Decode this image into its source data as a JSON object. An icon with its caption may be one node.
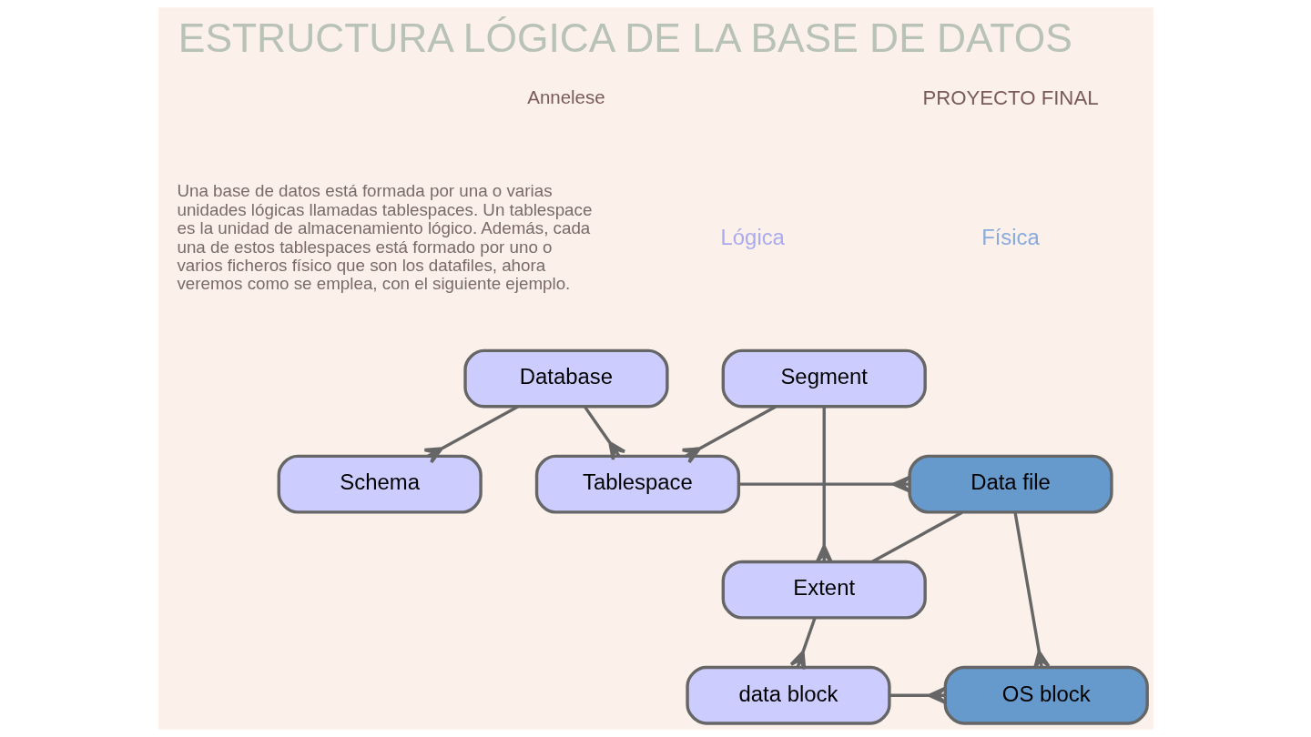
{
  "diagram": {
    "title": "ESTRUCTURA LÓGICA DE LA BASE DE DATOS",
    "nodes": [
      {
        "text": [
          "Database"
        ]
      },
      {
        "text": [
          "Schema"
        ]
      },
      {
        "text": [
          "Tablespace"
        ]
      },
      {
        "text": [
          "Data file"
        ]
      },
      {
        "text": [
          "Segment"
        ]
      },
      {
        "text": [
          "Extent"
        ]
      },
      {
        "text": [
          "data block"
        ]
      },
      {
        "text": [
          "OS block"
        ]
      }
    ],
    "edges": [
      {
        "from": 0,
        "to": 1,
        "arrow": "other"
      },
      {
        "from": 0,
        "to": 2,
        "arrow": "other"
      },
      {
        "from": 4,
        "to": 2,
        "arrow": "other"
      },
      {
        "from": 4,
        "to": 5,
        "arrow": "other"
      },
      {
        "from": 5,
        "to": 6,
        "arrow": "other"
      },
      {
        "from": 2,
        "to": 3,
        "arrow": "other"
      },
      {
        "from": 3,
        "to": 5,
        "arrow": "none"
      },
      {
        "from": 3,
        "to": 7,
        "arrow": "other"
      },
      {
        "from": 6,
        "to": 7,
        "arrow": "other"
      }
    ],
    "labels": [
      "Annelese",
      "PROYECTO FINAL",
      "Una base de datos está formada por una o varias unidades lógicas llamadas tablespaces. Un tablespace es la unidad de almacenamiento lógico. Además, cada una de estos tablespaces está formado por uno o varios ficheros físico que son los datafiles, ahora veremos como se emplea, con el siguiente ejemplo.",
      "Lógica",
      "Física"
    ]
  }
}
